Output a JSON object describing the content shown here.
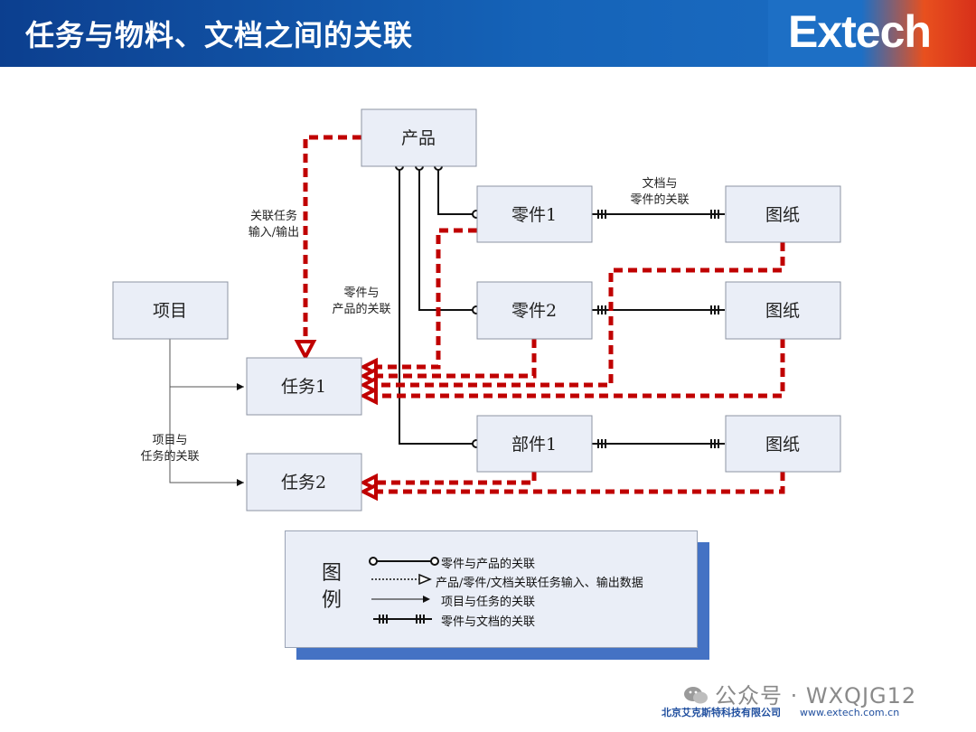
{
  "header": {
    "title": "任务与物料、文档之间的关联",
    "logo": "Extech"
  },
  "boxes": {
    "product": "产品",
    "part1": "零件1",
    "part2": "零件2",
    "component1": "部件1",
    "drawing1": "图纸",
    "drawing2": "图纸",
    "drawing3": "图纸",
    "project": "项目",
    "task1": "任务1",
    "task2": "任务2"
  },
  "labels": {
    "doc_part_line1": "文档与",
    "doc_part_line2": "零件的关联",
    "task_io_line1": "关联任务",
    "task_io_line2": "输入/输出",
    "part_product_line1": "零件与",
    "part_product_line2": "产品的关联",
    "project_task_line1": "项目与",
    "project_task_line2": "任务的关联"
  },
  "legend": {
    "title_top": "图",
    "title_bottom": "例",
    "item1": "零件与产品的关联",
    "item2": "产品/零件/文档关联任务输入、输出数据",
    "item3": "项目与任务的关联",
    "item4": "零件与文档的关联"
  },
  "watermark": "公众号 · WXQJG12",
  "footer": {
    "company": "北京艾克斯特科技有限公司",
    "website": "www.extech.com.cn"
  },
  "colors": {
    "header_blue": "#0c3f8f",
    "logo_orange": "#e8501e",
    "dashed_red": "#c00000",
    "box_fill": "#eaeef7",
    "legend_shadow": "#4472c4"
  }
}
